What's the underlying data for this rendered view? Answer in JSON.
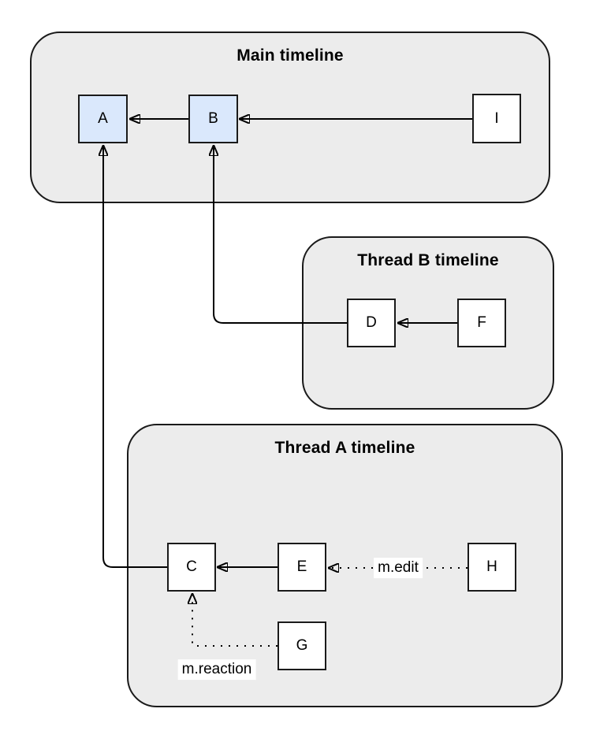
{
  "frames": {
    "main": {
      "title": "Main timeline"
    },
    "thread_b": {
      "title": "Thread B timeline"
    },
    "thread_a": {
      "title": "Thread A timeline"
    }
  },
  "nodes": {
    "a": {
      "label": "A",
      "highlighted": true
    },
    "b": {
      "label": "B",
      "highlighted": true
    },
    "i": {
      "label": "I",
      "highlighted": false
    },
    "d": {
      "label": "D",
      "highlighted": false
    },
    "f": {
      "label": "F",
      "highlighted": false
    },
    "c": {
      "label": "C",
      "highlighted": false
    },
    "e": {
      "label": "E",
      "highlighted": false
    },
    "h": {
      "label": "H",
      "highlighted": false
    },
    "g": {
      "label": "G",
      "highlighted": false
    }
  },
  "edges": [
    {
      "from": "B",
      "to": "A",
      "style": "solid",
      "label": ""
    },
    {
      "from": "I",
      "to": "B",
      "style": "solid",
      "label": ""
    },
    {
      "from": "D",
      "to": "B",
      "style": "solid",
      "label": ""
    },
    {
      "from": "F",
      "to": "D",
      "style": "solid",
      "label": ""
    },
    {
      "from": "C",
      "to": "A",
      "style": "solid",
      "label": ""
    },
    {
      "from": "E",
      "to": "C",
      "style": "solid",
      "label": ""
    },
    {
      "from": "H",
      "to": "E",
      "style": "dotted",
      "label": "m.edit"
    },
    {
      "from": "G",
      "to": "C",
      "style": "dotted",
      "label": "m.reaction"
    }
  ],
  "edge_labels": {
    "edit": "m.edit",
    "reaction": "m.reaction"
  },
  "colors": {
    "background": "#ffffff",
    "frame_fill": "#ececec",
    "frame_stroke": "#1a1a1a",
    "node_fill": "#ffffff",
    "node_fill_highlight": "#dae8fc",
    "node_stroke": "#1a1a1a",
    "edge": "#000000",
    "text": "#000000"
  }
}
